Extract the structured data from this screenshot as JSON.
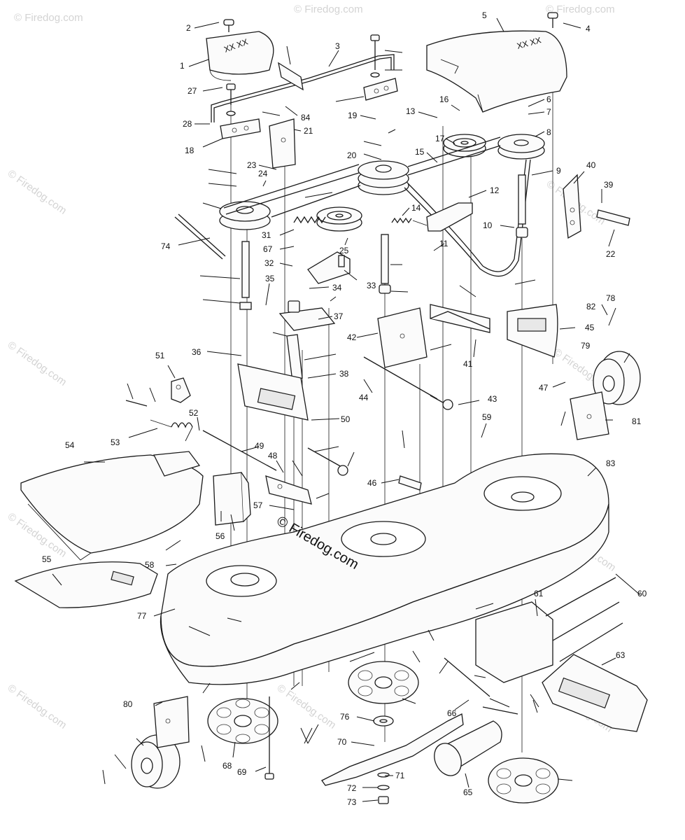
{
  "watermark": {
    "text": "© Firedog.com",
    "center_stamp": "© Firedog.com"
  },
  "callouts": [
    "1",
    "2",
    "3",
    "4",
    "5",
    "6",
    "7",
    "8",
    "9",
    "10",
    "11",
    "12",
    "13",
    "14",
    "15",
    "16",
    "17",
    "18",
    "19",
    "20",
    "21",
    "22",
    "23",
    "24",
    "25",
    "27",
    "28",
    "31",
    "32",
    "33",
    "34",
    "35",
    "36",
    "37",
    "38",
    "39",
    "40",
    "41",
    "42",
    "43",
    "44",
    "45",
    "46",
    "47",
    "48",
    "49",
    "50",
    "51",
    "52",
    "53",
    "54",
    "55",
    "56",
    "57",
    "58",
    "59",
    "60",
    "61",
    "63",
    "65",
    "66",
    "67",
    "68",
    "69",
    "70",
    "71",
    "72",
    "73",
    "74",
    "76",
    "77",
    "78",
    "79",
    "80",
    "81",
    "82",
    "83",
    "84"
  ]
}
